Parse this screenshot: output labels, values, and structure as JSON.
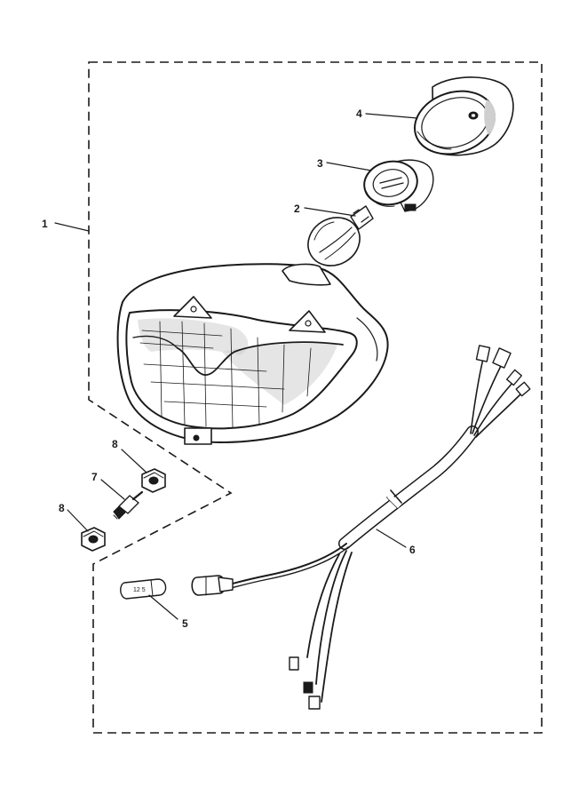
{
  "callouts": {
    "assembly": "1",
    "bulb_main": "2",
    "bulb_holder": "3",
    "rear_cover": "4",
    "pilot_bulb": "5",
    "wiring_harness": "6",
    "mounting_stud": "7",
    "nut_upper": "8",
    "nut_lower": "8"
  },
  "pilot_bulb_marking": "12 5"
}
